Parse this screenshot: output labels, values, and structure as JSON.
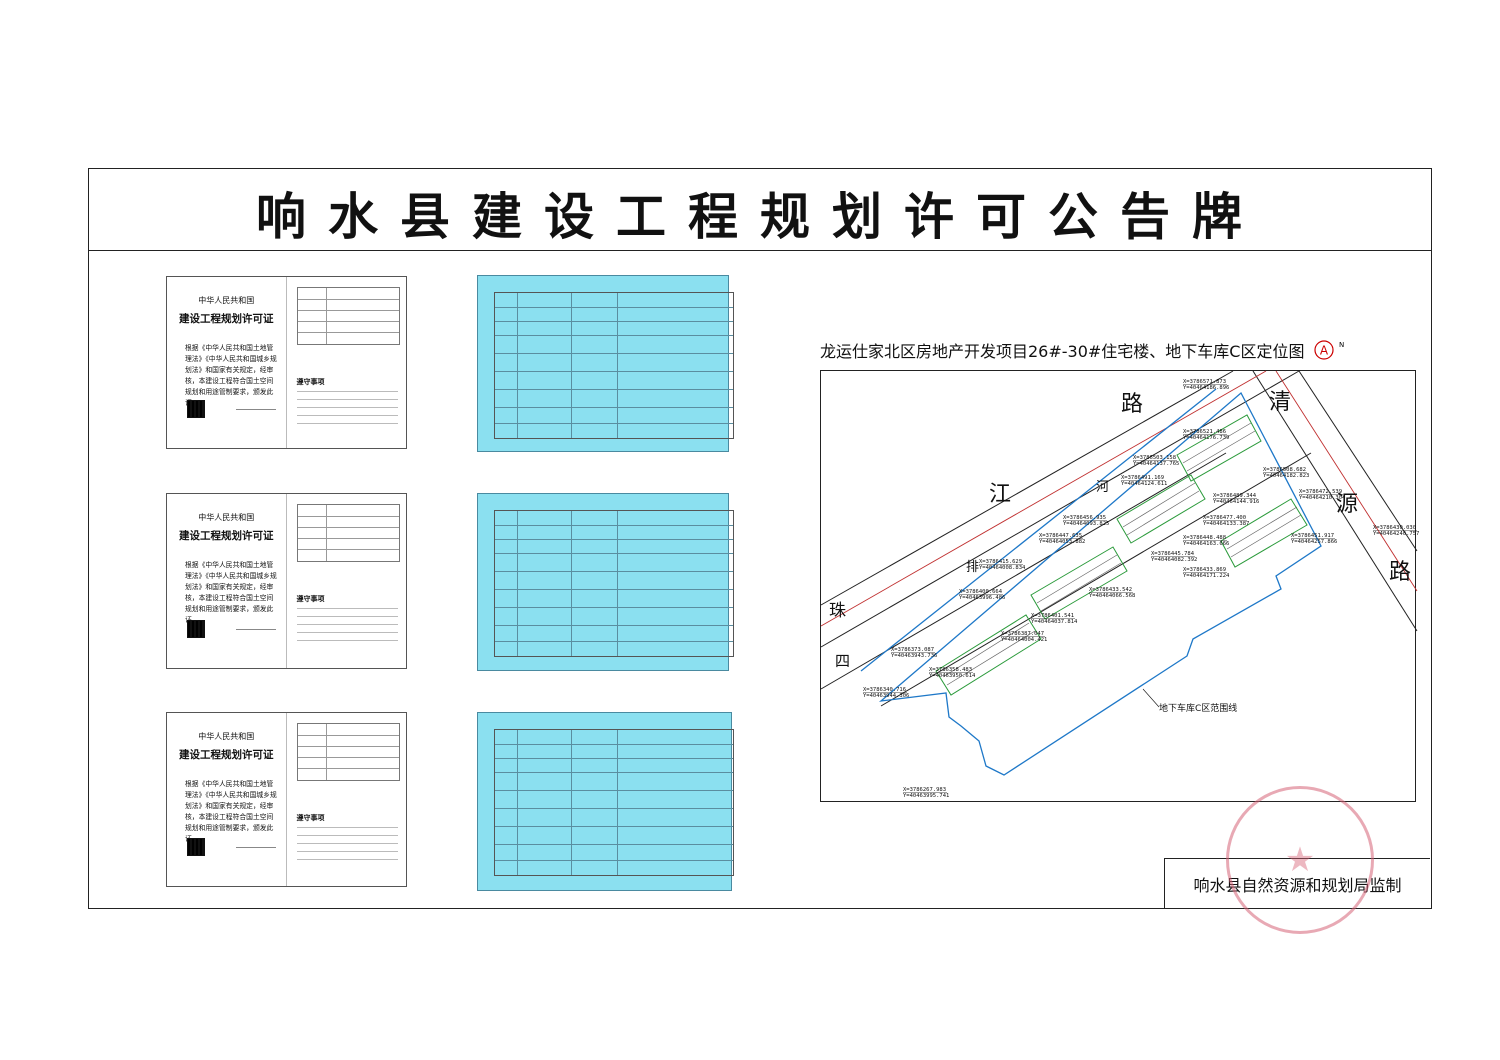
{
  "header": {
    "title": "响水县建设工程规划许可公告牌"
  },
  "permits": [
    {
      "country": "中华人民共和国",
      "cert_title": "建设工程规划许可证",
      "body": "根据《中华人民共和国土地管理法》《中华人民共和国城乡规划法》和国家有关规定，经审核，本建设工程符合国土空间规划和用途管制要求，颁发此证。",
      "notice_title": "遵守事项"
    },
    {
      "country": "中华人民共和国",
      "cert_title": "建设工程规划许可证",
      "body": "根据《中华人民共和国土地管理法》《中华人民共和国城乡规划法》和国家有关规定，经审核，本建设工程符合国土空间规划和用途管制要求，颁发此证。",
      "notice_title": "遵守事项"
    },
    {
      "country": "中华人民共和国",
      "cert_title": "建设工程规划许可证",
      "body": "根据《中华人民共和国土地管理法》《中华人民共和国城乡规划法》和国家有关规定，经审核，本建设工程符合国土空间规划和用途管制要求，颁发此证。",
      "notice_title": "遵守事项"
    }
  ],
  "map": {
    "title": "龙运仕家北区房地产开发项目26#-30#住宅楼、地下车库C区定位图",
    "north_symbol": "A",
    "north_letter": "N",
    "road_labels": [
      "清",
      "源",
      "路",
      "路",
      "江",
      "河",
      "排",
      "珠",
      "四"
    ],
    "boundary_label": "地下车库C区范围线",
    "coordinates": [
      [
        "X=3786571.873",
        "Y=40464186.896"
      ],
      [
        "X=3786521.486",
        "Y=40464176.739"
      ],
      [
        "X=3786503.158",
        "Y=40464137.765"
      ],
      [
        "X=3786491.169",
        "Y=40464124.611"
      ],
      [
        "X=3786508.682",
        "Y=40464182.823"
      ],
      [
        "X=3786489.344",
        "Y=40464144.916"
      ],
      [
        "X=3786472.539",
        "Y=40464210.304"
      ],
      [
        "X=3786477.400",
        "Y=40464133.387"
      ],
      [
        "X=3786430.030",
        "Y=40464240.757"
      ],
      [
        "X=3786456.935",
        "Y=40464093.825"
      ],
      [
        "X=3786447.635",
        "Y=40464053.882"
      ],
      [
        "X=3786448.488",
        "Y=40464163.666"
      ],
      [
        "X=3786445.784",
        "Y=40464082.392"
      ],
      [
        "X=3786451.917",
        "Y=40464257.866"
      ],
      [
        "X=3786433.869",
        "Y=40464171.224"
      ],
      [
        "X=3786415.629",
        "Y=40464008.834"
      ],
      [
        "X=3786433.542",
        "Y=40464066.568"
      ],
      [
        "X=3786400.664",
        "Y=40463996.486"
      ],
      [
        "X=3786401.541",
        "Y=40464037.814"
      ],
      [
        "X=3786387.047",
        "Y=40464004.421"
      ],
      [
        "X=3786373.087",
        "Y=40463943.736"
      ],
      [
        "X=3786358.483",
        "Y=40463950.614"
      ],
      [
        "X=3786340.716",
        "Y=40463944.306"
      ],
      [
        "X=3786267.983",
        "Y=40463995.741"
      ]
    ]
  },
  "footer": {
    "credit": "响水县自然资源和规划局监制"
  },
  "colors": {
    "accent_blue": "#8be0f0",
    "road_blue": "#1e78c8",
    "building_green": "#2a9a3a",
    "stamp_pink": "#d66276"
  }
}
